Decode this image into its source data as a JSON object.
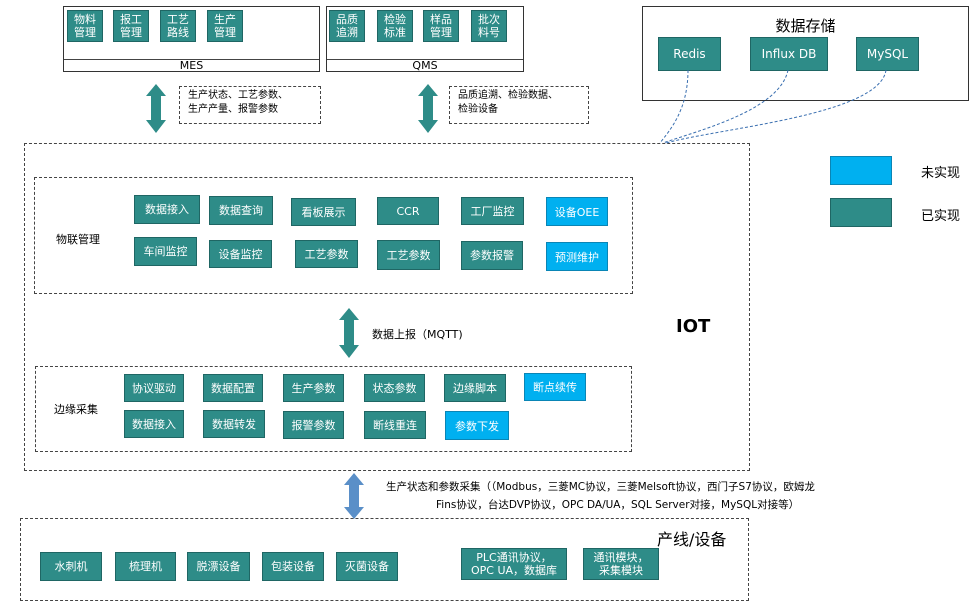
{
  "mes": {
    "label": "MES",
    "items": [
      "物料\n管理",
      "报工\n管理",
      "工艺\n路线",
      "生产\n管理"
    ],
    "note": "生产状态、工艺参数、\n生产产量、报警参数"
  },
  "qms": {
    "label": "QMS",
    "items": [
      "品质\n追溯",
      "检验\n标准",
      "样品\n管理",
      "批次\n料号"
    ],
    "note": "品质追溯、检验数据、\n检验设备"
  },
  "storage": {
    "title": "数据存储",
    "items": [
      "Redis",
      "Influx DB",
      "MySQL"
    ]
  },
  "legend": {
    "unimplemented": "未实现",
    "implemented": "已实现"
  },
  "iot": {
    "label": "IOT",
    "mqtt_label": "数据上报（MQTT)",
    "iom": {
      "label": "物联管理",
      "row1": [
        "数据接入",
        "数据查询",
        "看板展示",
        "CCR",
        "工厂监控",
        "设备OEE"
      ],
      "row2": [
        "车间监控",
        "设备监控",
        "工艺参数",
        "工艺参数",
        "参数报警",
        "预测维护"
      ]
    },
    "edge": {
      "label": "边缘采集",
      "row1": [
        "协议驱动",
        "数据配置",
        "生产参数",
        "状态参数",
        "边缘脚本",
        "断点续传"
      ],
      "row2": [
        "数据接入",
        "数据转发",
        "报警参数",
        "断线重连",
        "参数下发"
      ]
    }
  },
  "collection_note": {
    "line1": "生产状态和参数采集（（Modbus，三菱MC协议，三菱Melsoft协议，西门子S7协议，欧姆龙",
    "line2": "Fins协议，台达DVP协议，OPC DA/UA，SQL Server对接，MySQL对接等）"
  },
  "production": {
    "label": "产线/设备",
    "machines": [
      "水刺机",
      "梳理机",
      "脱漂设备",
      "包装设备",
      "灭菌设备"
    ],
    "protocols": [
      "PLC通讯协议，\nOPC UA，数据库",
      "通讯模块，\n采集模块"
    ]
  },
  "colors": {
    "implemented": "#2e8c88",
    "unimplemented": "#00b0f0"
  }
}
